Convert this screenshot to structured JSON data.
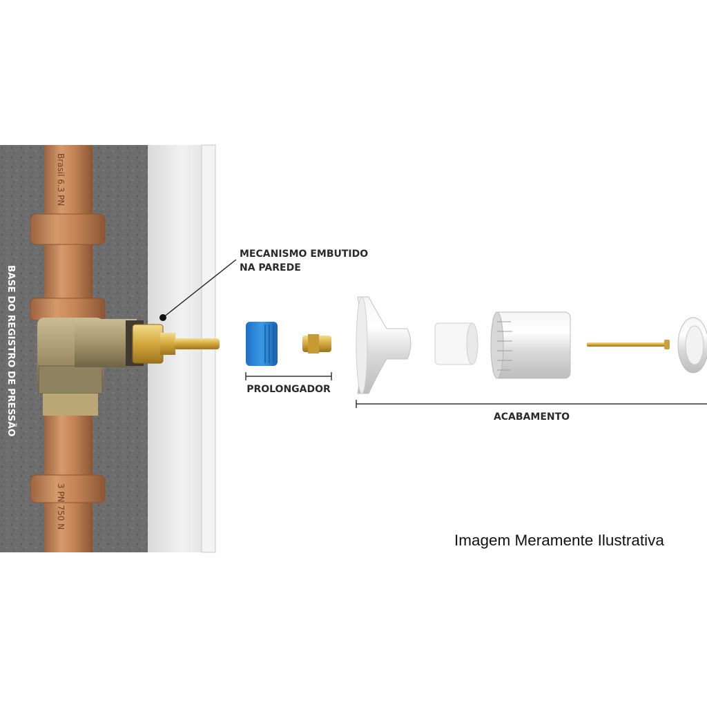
{
  "diagram": {
    "side_label": "BASE DO REGISTRO DE PRESSÃO",
    "pipe_print_top": "Brasil  6.3  PN",
    "pipe_print_bottom": "3  PN  750  N",
    "callout_mechanism_line1": "MECANISMO EMBUTIDO",
    "callout_mechanism_line2": "NA PAREDE",
    "group_extension": "PROLONGADOR",
    "group_finish": "ACABAMENTO"
  },
  "caption": "Imagem Meramente Ilustrativa",
  "colors": {
    "pipe": "#c8895c",
    "fitting_bronze": "#a99a72",
    "brass": "#d9b44a",
    "blue_part": "#2a86d6",
    "wall_concrete": "#6f6f6f"
  }
}
